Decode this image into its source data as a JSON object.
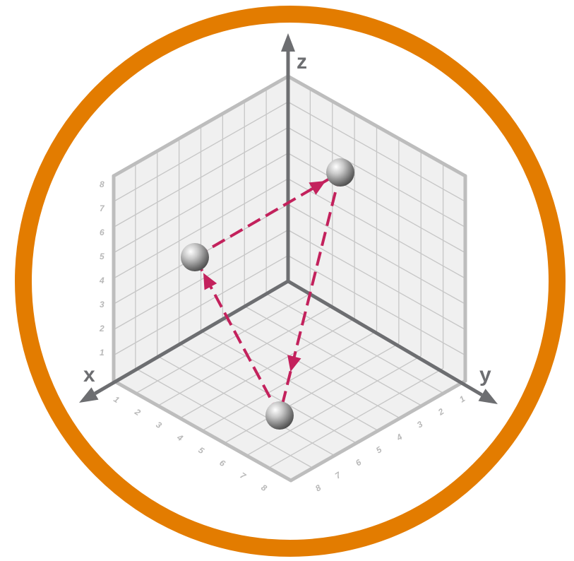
{
  "axes": {
    "x": {
      "label": "x",
      "ticks": [
        "1",
        "2",
        "3",
        "4",
        "5",
        "6",
        "7",
        "8"
      ]
    },
    "y": {
      "label": "y",
      "ticks": [
        "1",
        "2",
        "3",
        "4",
        "5",
        "6",
        "7",
        "8"
      ]
    },
    "z": {
      "label": "z",
      "ticks": [
        "1",
        "2",
        "3",
        "4",
        "5",
        "6",
        "7",
        "8"
      ]
    }
  },
  "colors": {
    "ring": "#e37c00",
    "axis": "#6d6e71",
    "grid_line": "#c6c6c6",
    "grid_fill": "#f0f0f0",
    "frame": "#bdbdbd",
    "path": "#c3215c",
    "tick": "#b8b8b8",
    "sphere": "#8e8e8e"
  },
  "path": {
    "style": "dashed-with-arrows",
    "order": [
      "point-floor",
      "point-left-wall",
      "point-right-wall",
      "point-floor"
    ]
  }
}
